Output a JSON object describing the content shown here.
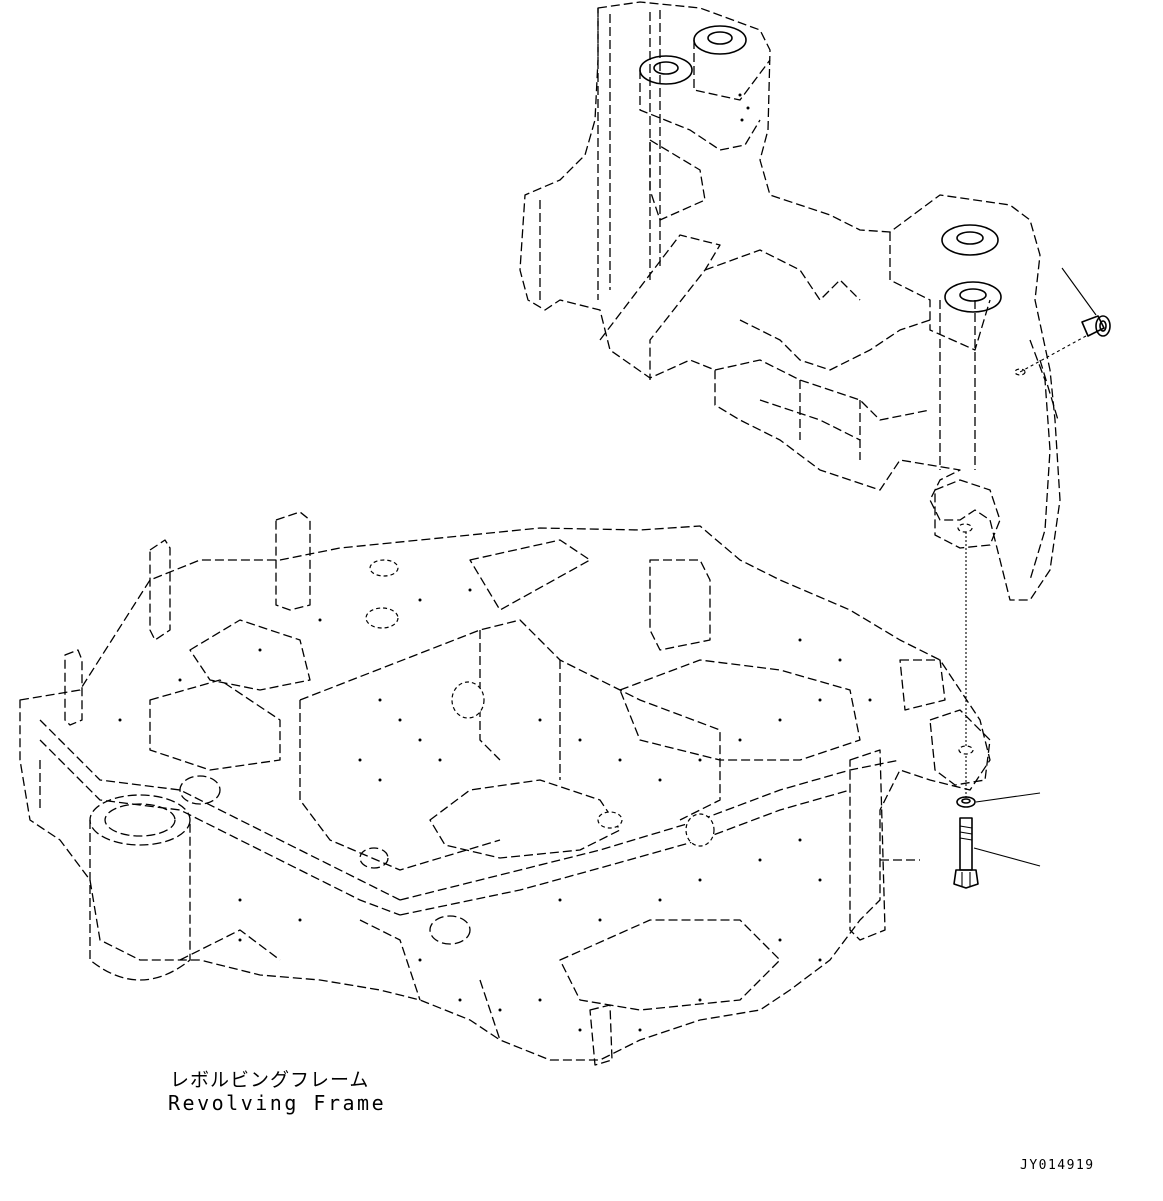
{
  "labels": {
    "frame_jp": "レボルビングフレーム",
    "frame_en": "Revolving Frame",
    "drawing_id": "JY014919"
  }
}
